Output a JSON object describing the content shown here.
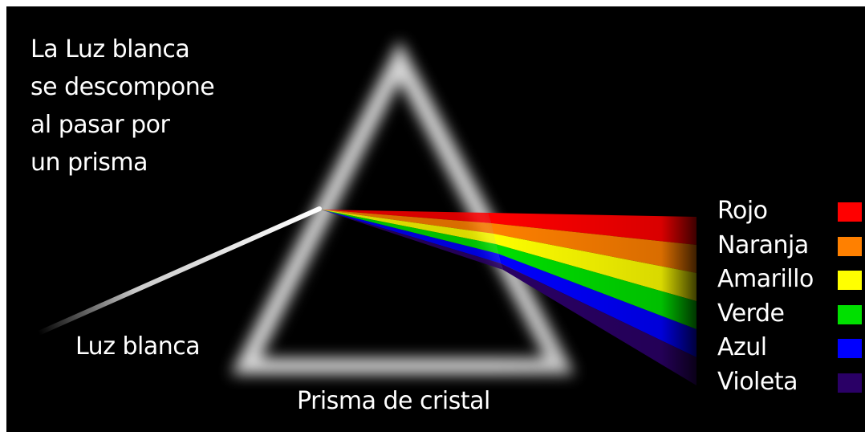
{
  "intro_lines": [
    "La Luz blanca",
    "se descompone",
    "al pasar por",
    "un prisma"
  ],
  "white_light_label": "Luz blanca",
  "prism_label": "Prisma de cristal",
  "spectrum": [
    {
      "name": "Rojo",
      "color": "#ff0000"
    },
    {
      "name": "Naranja",
      "color": "#ff8000"
    },
    {
      "name": "Amarillo",
      "color": "#ffff00"
    },
    {
      "name": "Verde",
      "color": "#00e000"
    },
    {
      "name": "Azul",
      "color": "#0000ff"
    },
    {
      "name": "Violeta",
      "color": "#2a0066"
    }
  ]
}
